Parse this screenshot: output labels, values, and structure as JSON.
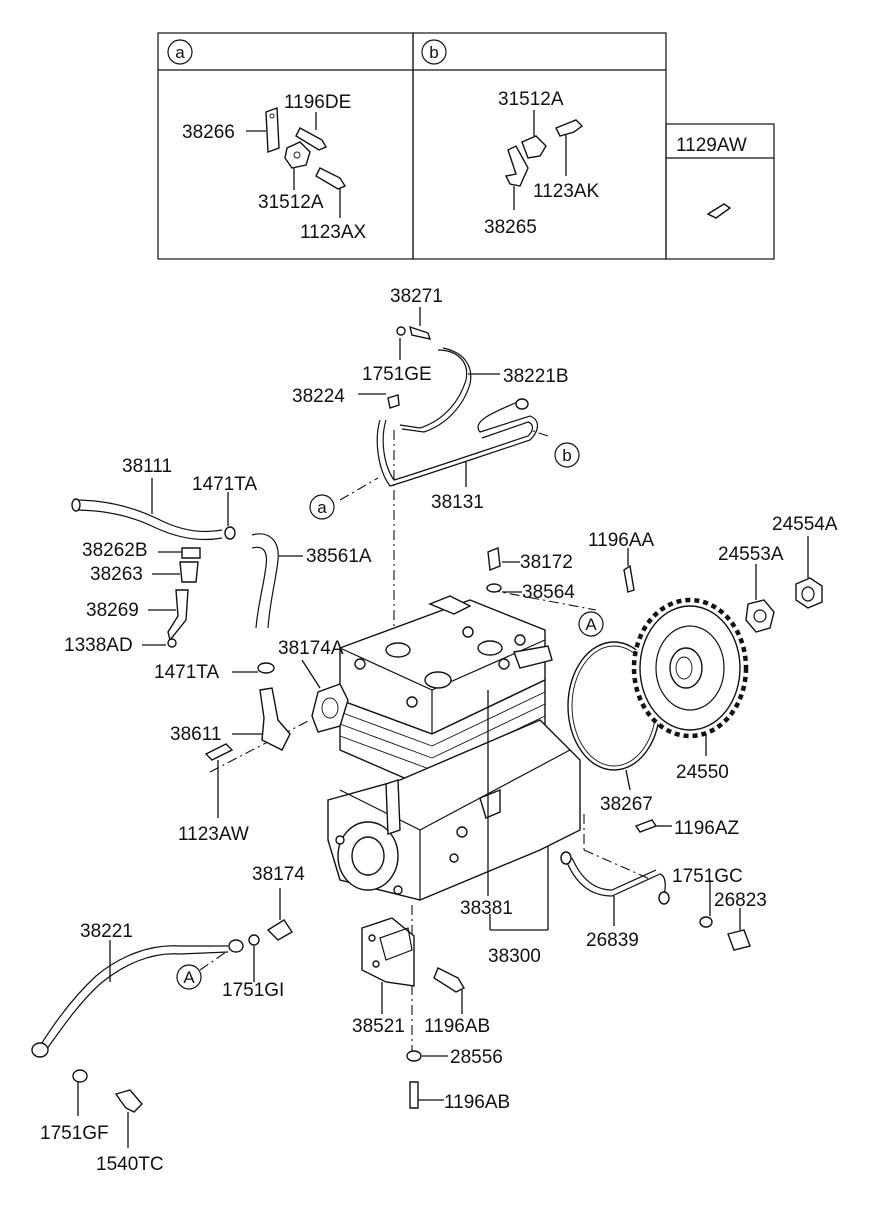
{
  "inset_boxes": {
    "a": {
      "circle_label": "a",
      "labels": [
        "38266",
        "1196DE",
        "31512A",
        "1123AX"
      ]
    },
    "b": {
      "circle_label": "b",
      "labels": [
        "31512A",
        "1123AK",
        "38265"
      ]
    },
    "c": {
      "header": "1129AW"
    }
  },
  "callouts": {
    "A_top": "A",
    "A_left": "A",
    "a_main": "a",
    "b_main": "b"
  },
  "parts": {
    "p38271": "38271",
    "p1751GE": "1751GE",
    "p38221B": "38221B",
    "p38224": "38224",
    "p38131": "38131",
    "p38111": "38111",
    "p1471TA_top": "1471TA",
    "p38262B": "38262B",
    "p38263": "38263",
    "p38561A": "38561A",
    "p38269": "38269",
    "p1338AD": "1338AD",
    "p38172": "38172",
    "p1196AA": "1196AA",
    "p38564": "38564",
    "p24554A": "24554A",
    "p24553A": "24553A",
    "p38174A": "38174A",
    "p1471TA_mid": "1471TA",
    "p38611": "38611",
    "p24550": "24550",
    "p38267": "38267",
    "p1123AW": "1123AW",
    "p1196AZ": "1196AZ",
    "p38174": "38174",
    "p1751GC": "1751GC",
    "p38381": "38381",
    "p26823": "26823",
    "p38221": "38221",
    "p26839": "26839",
    "p38300": "38300",
    "p1751GI": "1751GI",
    "p38521": "38521",
    "p1196AB_mid": "1196AB",
    "p28556": "28556",
    "p1196AB_bot": "1196AB",
    "p1751GF": "1751GF",
    "p1540TC": "1540TC"
  }
}
